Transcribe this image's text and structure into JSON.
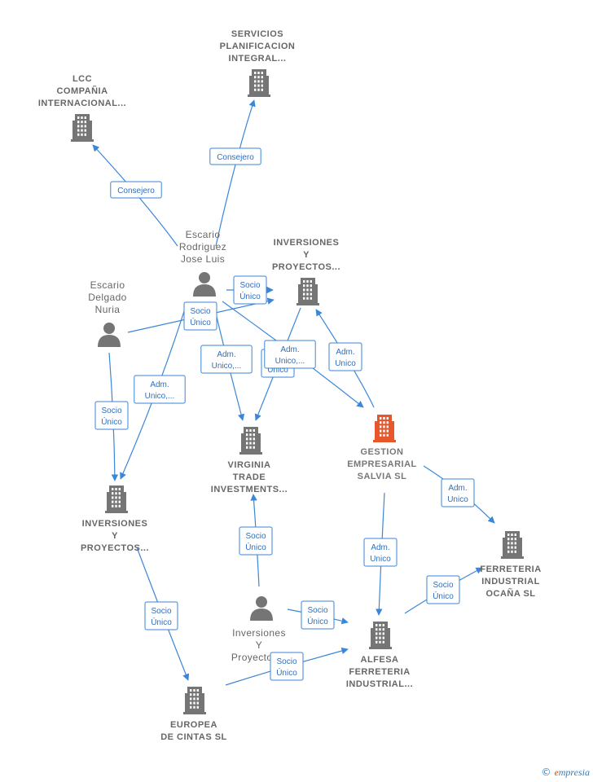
{
  "colors": {
    "edge": "#3a86d9",
    "company": "#757575",
    "focus_company": "#e8562b",
    "person": "#757575"
  },
  "nodes": [
    {
      "id": "lcc",
      "kind": "company",
      "lines": [
        "LCC",
        "COMPAÑIA",
        "INTERNACIONAL..."
      ]
    },
    {
      "id": "servicios",
      "kind": "company",
      "lines": [
        "SERVICIOS",
        "PLANIFICACION",
        "INTEGRAL..."
      ]
    },
    {
      "id": "jose_luis",
      "kind": "person",
      "lines": [
        "Escario",
        "Rodriguez",
        "Jose Luis"
      ]
    },
    {
      "id": "nuria",
      "kind": "person",
      "lines": [
        "Escario",
        "Delgado",
        "Nuria"
      ]
    },
    {
      "id": "inv_top",
      "kind": "company",
      "lines": [
        "INVERSIONES",
        "Y",
        "PROYECTOS..."
      ]
    },
    {
      "id": "virginia",
      "kind": "company",
      "lines": [
        "VIRGINIA",
        "TRADE",
        "INVESTMENTS..."
      ]
    },
    {
      "id": "gestion",
      "kind": "focus",
      "lines": [
        "GESTION",
        "EMPRESARIAL",
        "SALVIA  SL"
      ]
    },
    {
      "id": "inv_left",
      "kind": "company",
      "lines": [
        "INVERSIONES",
        "Y",
        "PROYECTOS..."
      ]
    },
    {
      "id": "ferreteria_ocana",
      "kind": "company",
      "lines": [
        "FERRETERIA",
        "INDUSTRIAL",
        "OCAÑA SL"
      ]
    },
    {
      "id": "inv_person",
      "kind": "person",
      "lines": [
        "Inversiones",
        "Y",
        "Proyectos..."
      ]
    },
    {
      "id": "alfesa",
      "kind": "company",
      "lines": [
        "ALFESA",
        "FERRETERIA",
        "INDUSTRIAL..."
      ]
    },
    {
      "id": "europea",
      "kind": "company",
      "lines": [
        "EUROPEA",
        "DE CINTAS SL"
      ]
    }
  ],
  "edges": [
    {
      "from": "jose_luis",
      "to": "lcc",
      "label": [
        "Consejero"
      ]
    },
    {
      "from": "jose_luis",
      "to": "servicios",
      "label": [
        "Consejero"
      ]
    },
    {
      "from": "jose_luis",
      "to": "inv_top",
      "label": [
        "Socio",
        "Único"
      ]
    },
    {
      "from": "nuria",
      "to": "inv_top",
      "label": [
        "Socio",
        "Único"
      ]
    },
    {
      "from": "jose_luis",
      "to": "virginia",
      "label": [
        "Adm.",
        "Unico,..."
      ]
    },
    {
      "from": "inv_top",
      "to": "virginia",
      "label": [
        "Socio",
        "Único"
      ]
    },
    {
      "from": "jose_luis",
      "to": "gestion",
      "label": [
        "Adm.",
        "Unico,..."
      ]
    },
    {
      "from": "gestion",
      "to": "inv_top",
      "label": [
        "Adm.",
        "Unico"
      ]
    },
    {
      "from": "nuria",
      "to": "inv_left",
      "label": [
        "Socio",
        "Único"
      ]
    },
    {
      "from": "jose_luis",
      "to": "inv_left",
      "label": [
        "Adm.",
        "Unico,..."
      ]
    },
    {
      "from": "gestion",
      "to": "ferreteria_ocana",
      "label": [
        "Adm.",
        "Unico"
      ]
    },
    {
      "from": "gestion",
      "to": "alfesa",
      "label": [
        "Adm.",
        "Unico"
      ]
    },
    {
      "from": "inv_person",
      "to": "virginia",
      "label": [
        "Socio",
        "Único"
      ]
    },
    {
      "from": "inv_person",
      "to": "alfesa",
      "label": [
        "Socio",
        "Único"
      ]
    },
    {
      "from": "alfesa",
      "to": "ferreteria_ocana",
      "label": [
        "Socio",
        "Único"
      ]
    },
    {
      "from": "inv_left",
      "to": "europea",
      "label": [
        "Socio",
        "Único"
      ]
    },
    {
      "from": "europea",
      "to": "alfesa",
      "label": [
        "Socio",
        "Único"
      ]
    }
  ],
  "footer": {
    "copyright": "©",
    "brand_first": "e",
    "brand_rest": "mpresia"
  }
}
